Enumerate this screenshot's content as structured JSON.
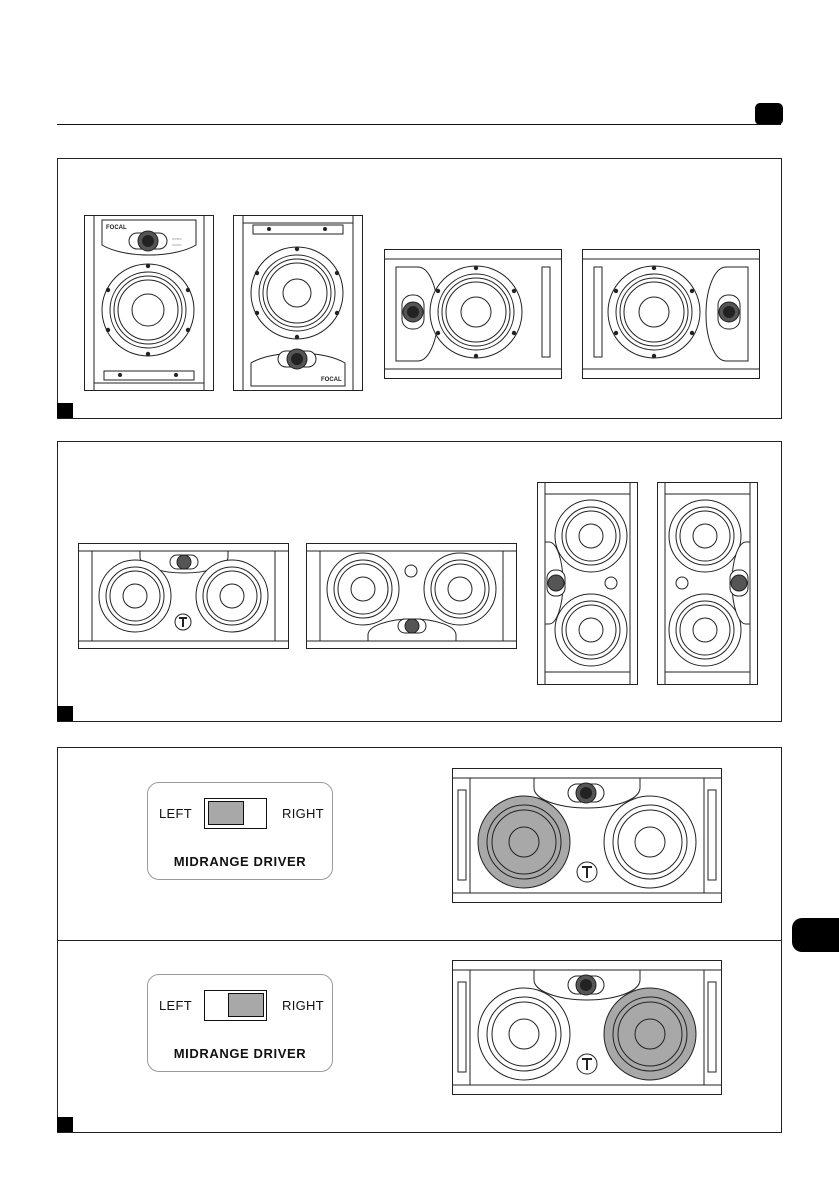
{
  "switch_top": {
    "left_label": "LEFT",
    "right_label": "RIGHT",
    "title": "MIDRANGE DRIVER",
    "position": "left"
  },
  "switch_bottom": {
    "left_label": "LEFT",
    "right_label": "RIGHT",
    "title": "MIDRANGE DRIVER",
    "position": "right"
  },
  "colors": {
    "line": "#222222",
    "highlight_fill": "#a8a8a8",
    "badge": "#000000"
  }
}
